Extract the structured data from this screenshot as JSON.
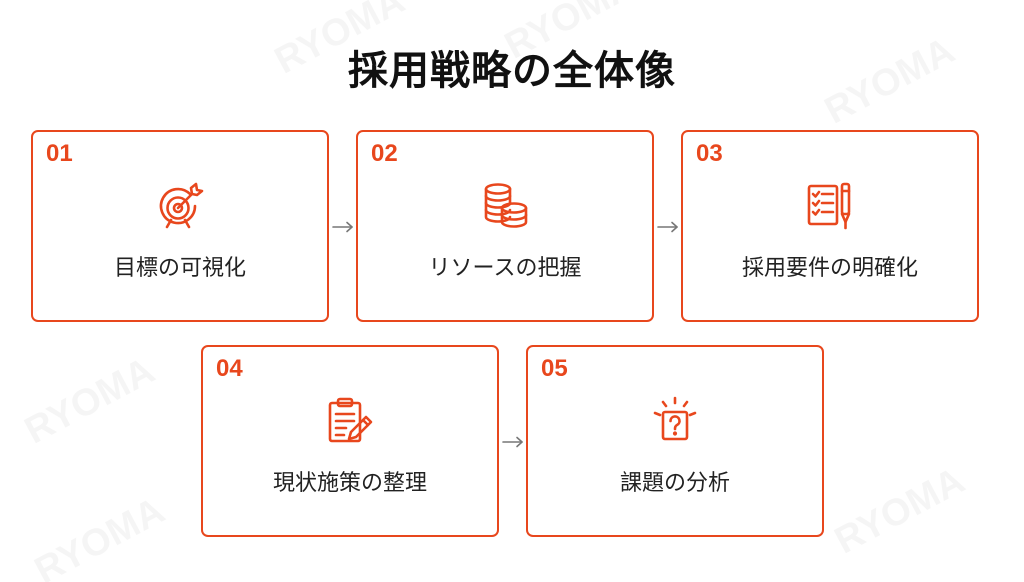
{
  "title": "採用戦略の全体像",
  "watermark": "RYOMA",
  "colors": {
    "accent": "#e8471d",
    "text": "#222222",
    "arrow": "#777777"
  },
  "steps": [
    {
      "num": "01",
      "label": "目標の可視化",
      "icon": "target-icon"
    },
    {
      "num": "02",
      "label": "リソースの把握",
      "icon": "coins-icon"
    },
    {
      "num": "03",
      "label": "採用要件の明確化",
      "icon": "checklist-pen-icon"
    },
    {
      "num": "04",
      "label": "現状施策の整理",
      "icon": "clipboard-pen-icon"
    },
    {
      "num": "05",
      "label": "課題の分析",
      "icon": "question-box-icon"
    }
  ]
}
